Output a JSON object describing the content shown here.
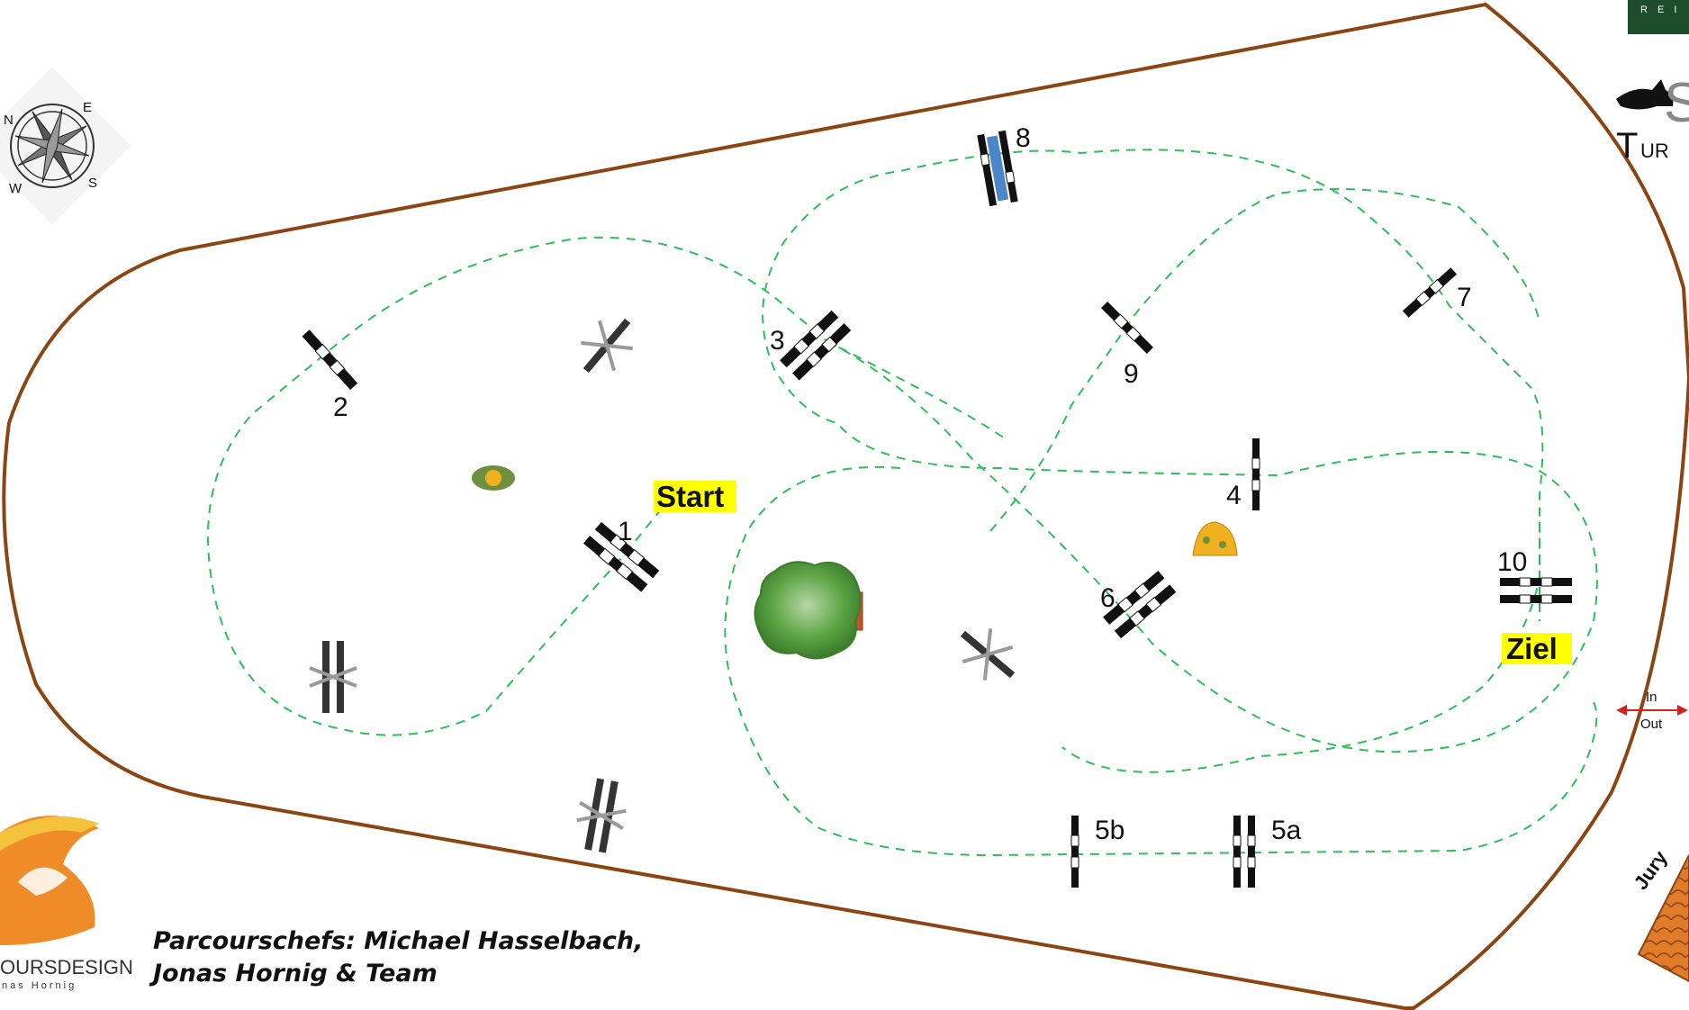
{
  "course": {
    "start_label": "Start",
    "finish_label": "Ziel",
    "obstacles": [
      {
        "id": "1",
        "label": "1"
      },
      {
        "id": "2",
        "label": "2"
      },
      {
        "id": "3",
        "label": "3"
      },
      {
        "id": "4",
        "label": "4"
      },
      {
        "id": "5a",
        "label": "5a"
      },
      {
        "id": "5b",
        "label": "5b"
      },
      {
        "id": "6",
        "label": "6"
      },
      {
        "id": "7",
        "label": "7"
      },
      {
        "id": "8",
        "label": "8"
      },
      {
        "id": "9",
        "label": "9"
      },
      {
        "id": "10",
        "label": "10"
      }
    ]
  },
  "compass": {
    "n": "N",
    "e": "E",
    "s": "S",
    "w": "W"
  },
  "entrance": {
    "in_label": "In",
    "out_label": "Out"
  },
  "jury": {
    "label": "Jury"
  },
  "credits": {
    "line1": "Parcourschefs: Michael Hasselbach,",
    "line2": "Jonas Hornig & Team"
  },
  "logo_left": {
    "text": "OURSDESIGN",
    "subtext": "nas Hornig"
  },
  "logo_right": {
    "top_text": "R E I",
    "big_letter": "S",
    "sub_letter": "T",
    "sub_text": "UR"
  },
  "colors": {
    "arena_border": "#8B4513",
    "track": "#2ebd5a",
    "label_highlight": "#ffff00",
    "pole_blue": "#4a86c8",
    "tree": "#4d9a3a",
    "flowers": "#f0b020",
    "entrance_arrow": "#d42020",
    "jury_roof": "#d2691e",
    "logo_green": "#1e4d2b",
    "logo_orange": "#f08c28"
  }
}
